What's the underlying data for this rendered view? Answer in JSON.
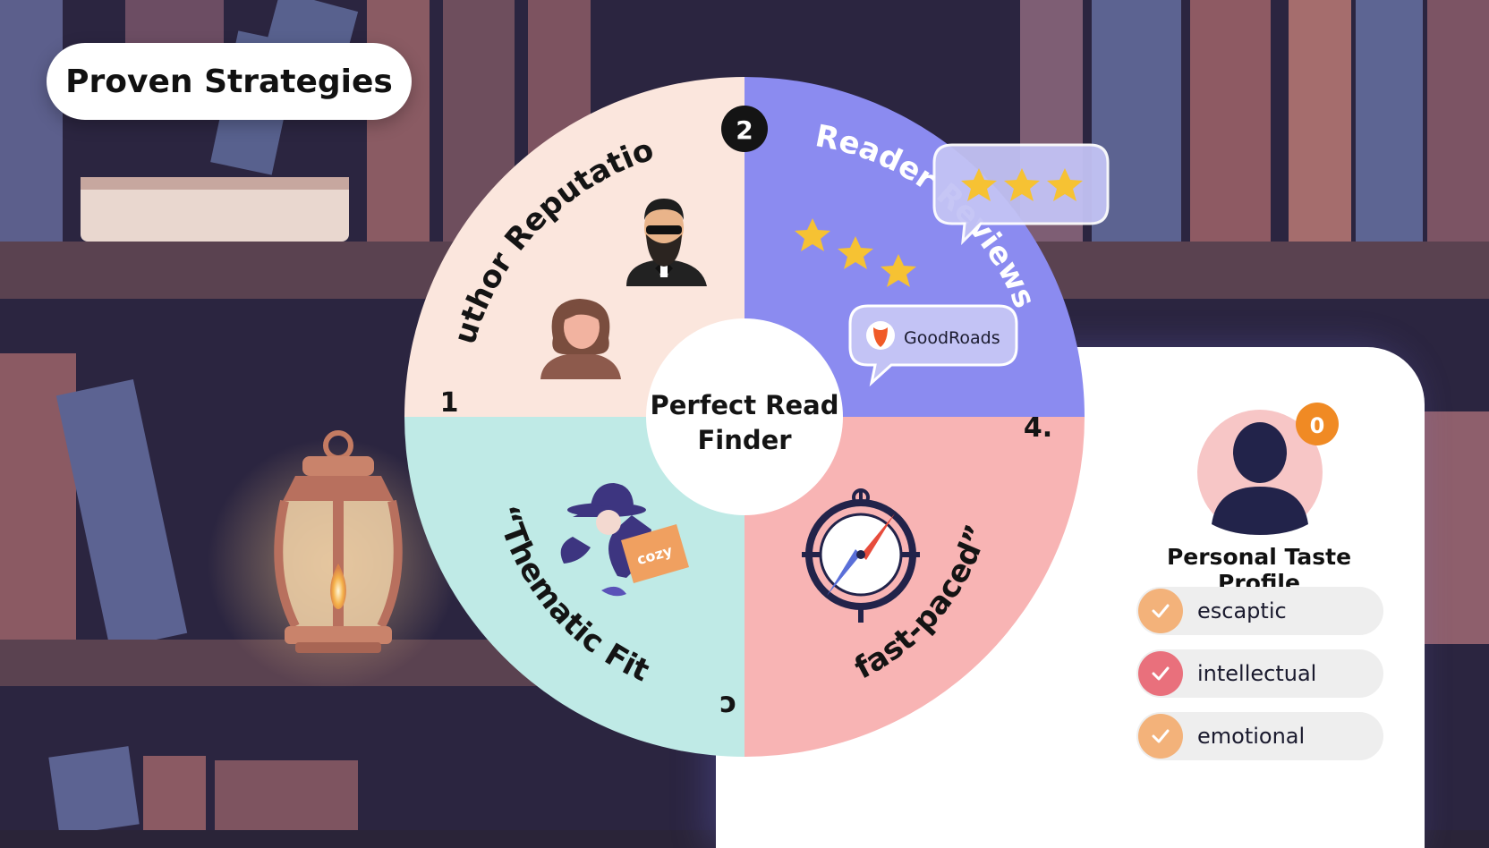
{
  "header": {
    "title": "Proven Strategies"
  },
  "wheel": {
    "center_line1": "Perfect Read",
    "center_line2": "Finder",
    "segments": [
      {
        "number": "1",
        "label": "Author Reputation",
        "color": "#fbe6dd"
      },
      {
        "number": "2",
        "label": "“Reader Reviews”",
        "color": "#8b8bf0",
        "badge": "GoodRoads"
      },
      {
        "number": "4.",
        "label": "fast-paced”",
        "color": "#f8b4b4"
      },
      {
        "number": "ↄ",
        "label": "“Thematic Fit",
        "color": "#bfeae6",
        "tag": "cozy"
      }
    ]
  },
  "profile": {
    "title": "Personal Taste Profile",
    "notification_count": "0",
    "traits": [
      {
        "label": "escaptic",
        "color": "#f3b27a"
      },
      {
        "label": "intellectual",
        "color": "#e9707c"
      },
      {
        "label": "emotional",
        "color": "#f3b27a"
      }
    ]
  },
  "colors": {
    "accent_orange": "#f08a24",
    "avatar_navy": "#22234a",
    "star_gold": "#f6c233"
  },
  "icons": [
    "bearded-author-icon",
    "woman-author-icon",
    "speech-bubble-stars-icon",
    "star-icon",
    "goodroads-logo-icon",
    "reader-hat-icon",
    "compass-icon",
    "lantern-icon",
    "check-icon",
    "person-silhouette-icon"
  ]
}
